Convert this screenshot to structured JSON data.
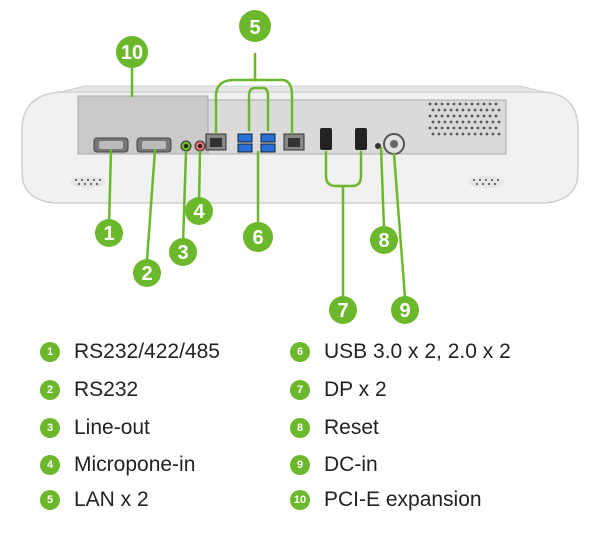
{
  "colors": {
    "accent": "#6cb82c",
    "device_body": "#f1f1f1",
    "device_outline": "#cfcfcf",
    "panel_metal": "#c9c9c9",
    "legend_text": "#222222"
  },
  "callouts": [
    {
      "num": "1"
    },
    {
      "num": "2"
    },
    {
      "num": "3"
    },
    {
      "num": "4"
    },
    {
      "num": "5"
    },
    {
      "num": "6"
    },
    {
      "num": "7"
    },
    {
      "num": "8"
    },
    {
      "num": "9"
    },
    {
      "num": "10"
    }
  ],
  "legend": [
    {
      "num": "1",
      "label": "RS232/422/485"
    },
    {
      "num": "2",
      "label": "RS232"
    },
    {
      "num": "3",
      "label": "Line-out"
    },
    {
      "num": "4",
      "label": "Micropone-in"
    },
    {
      "num": "5",
      "label": "LAN x 2"
    },
    {
      "num": "6",
      "label": "USB 3.0 x 2, 2.0 x 2"
    },
    {
      "num": "7",
      "label": "DP x 2"
    },
    {
      "num": "8",
      "label": "Reset"
    },
    {
      "num": "9",
      "label": "DC-in"
    },
    {
      "num": "10",
      "label": "PCI-E expansion"
    }
  ]
}
